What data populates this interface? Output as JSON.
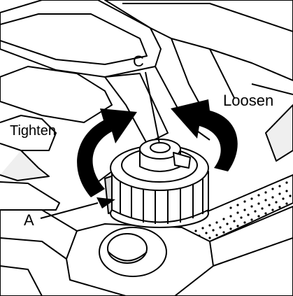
{
  "labels": {
    "c": "C",
    "loosen": "Loosen",
    "tighten": "Tighten",
    "a": "A"
  },
  "colors": {
    "ink": "#000000",
    "paper": "#ffffff",
    "shade": "#d9d9d9",
    "light_shade": "#efefef"
  }
}
